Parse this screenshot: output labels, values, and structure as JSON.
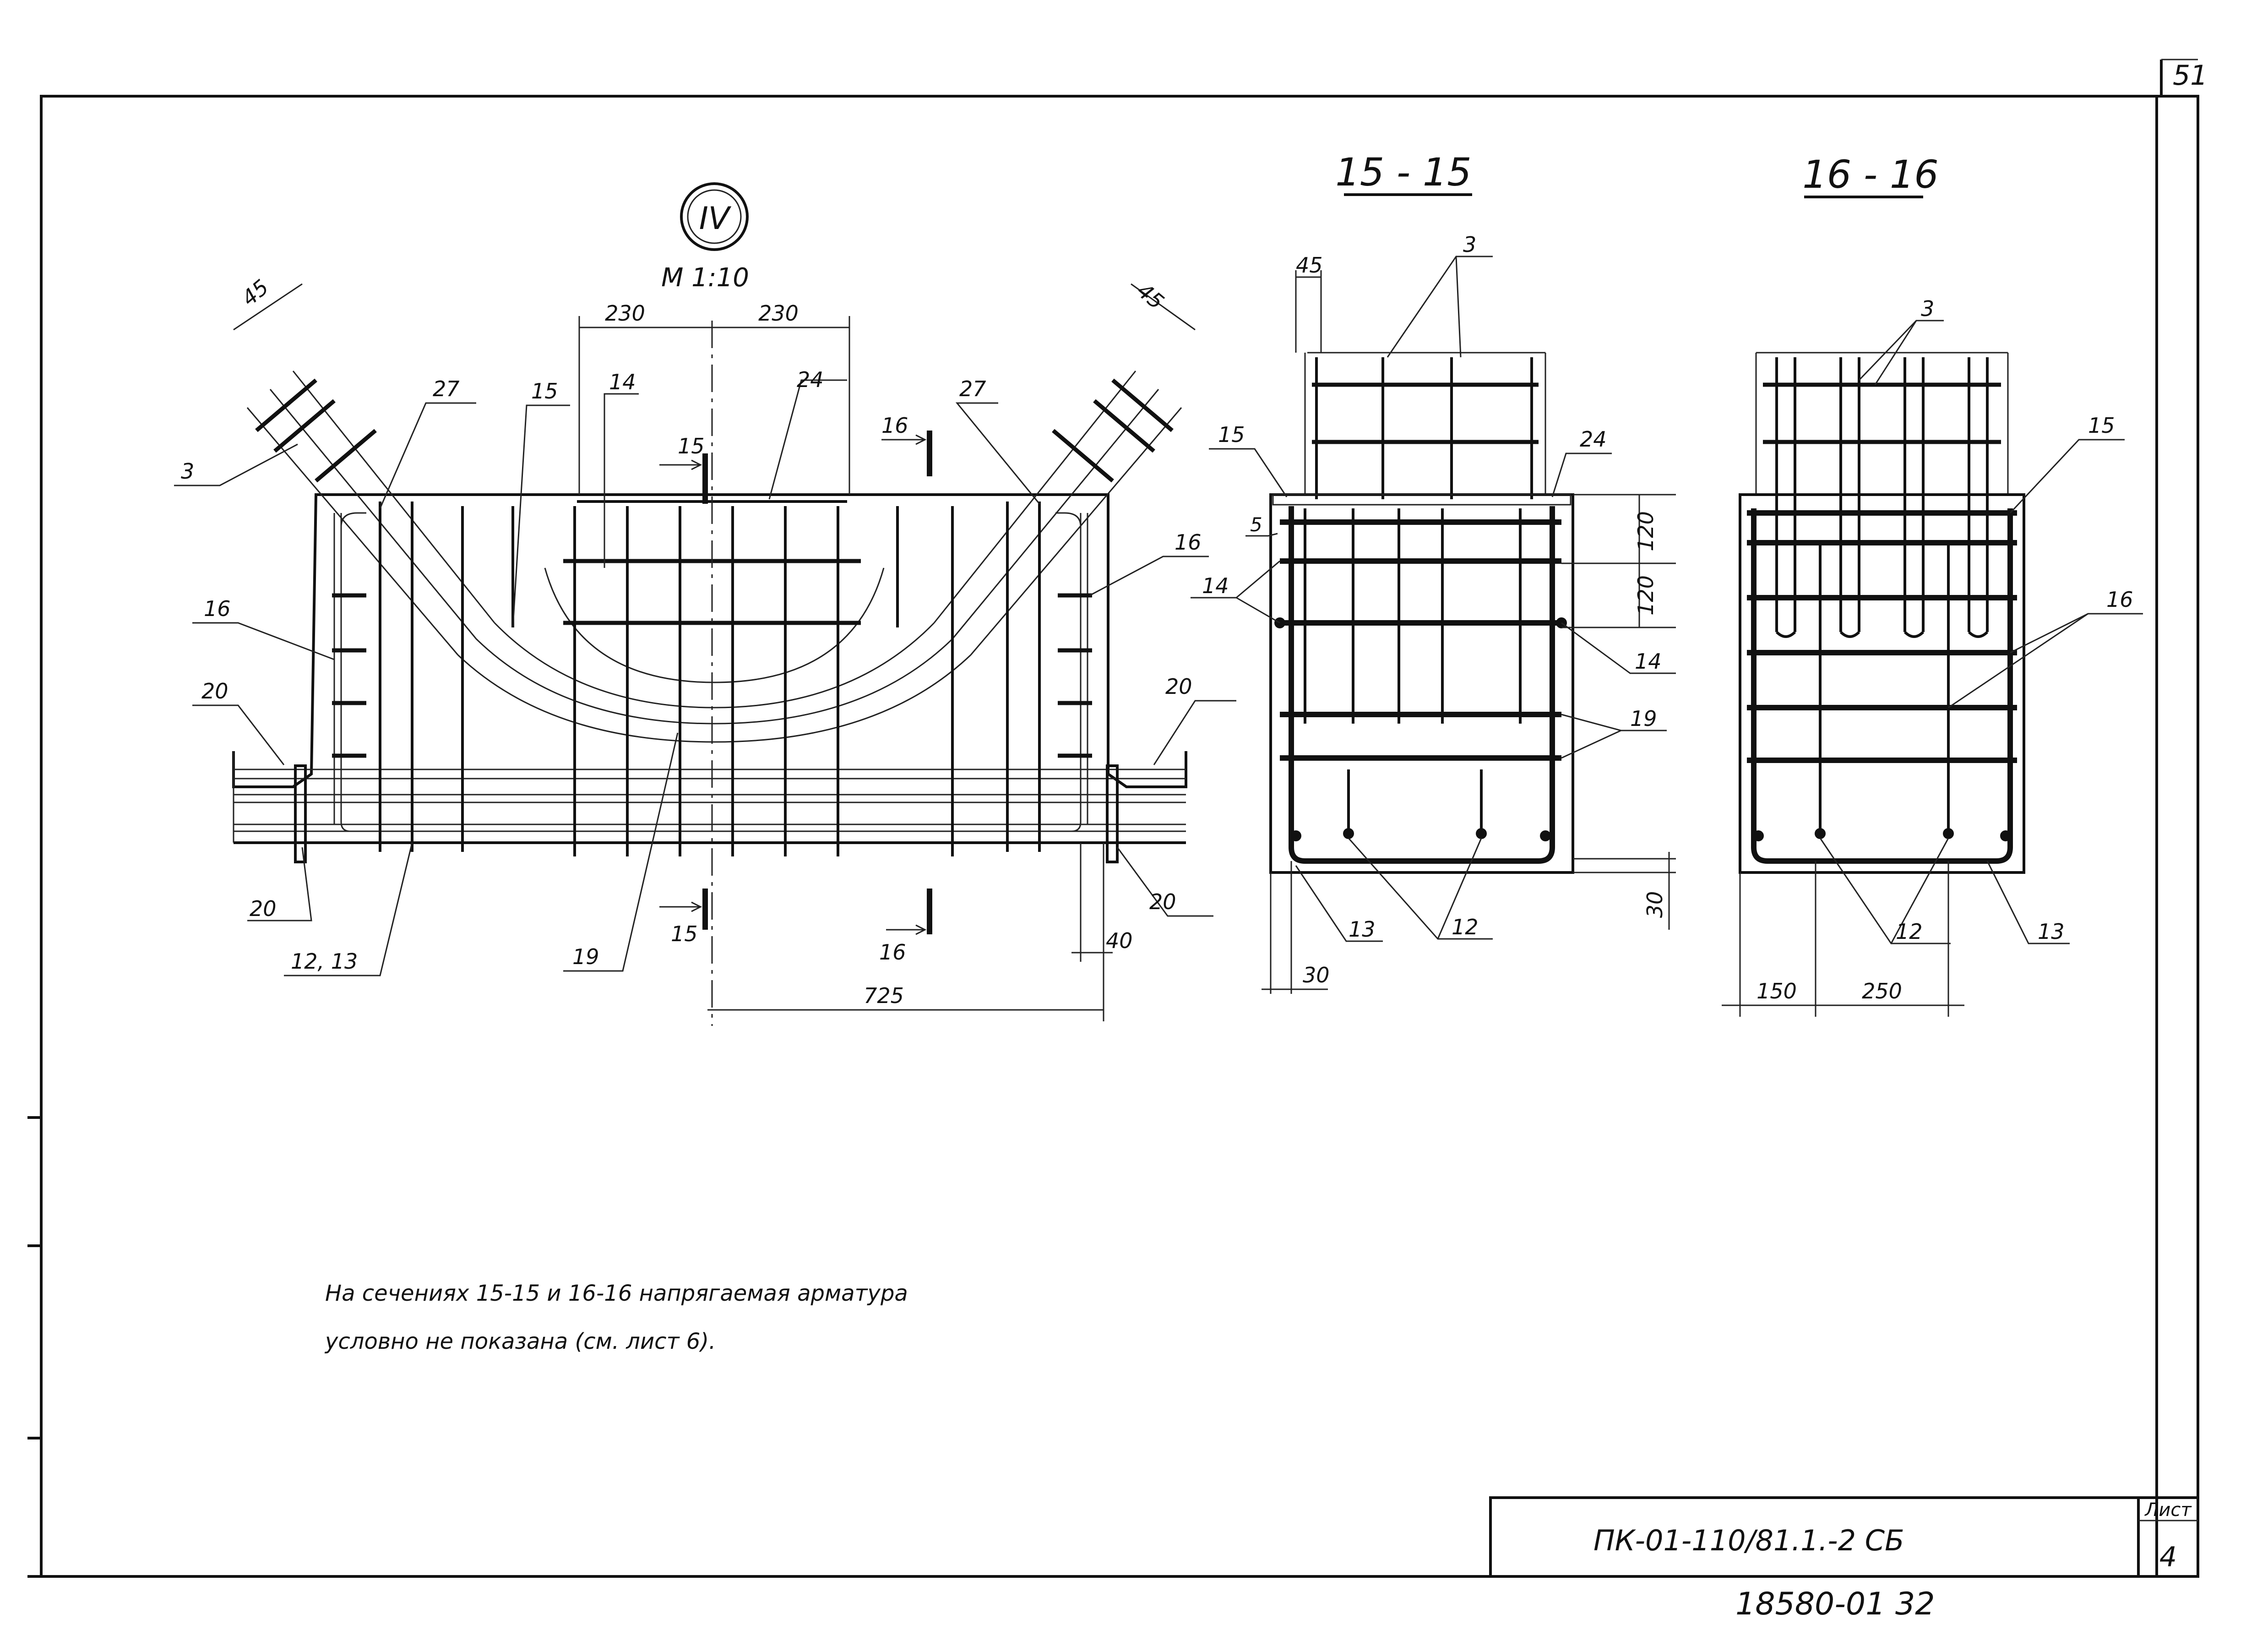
{
  "page_number": "51",
  "view_iv": {
    "marker": "IV",
    "scale": "М 1:10",
    "callouts": [
      "45",
      "45",
      "230",
      "230",
      "3",
      "27",
      "15",
      "14",
      "15",
      "24",
      "16",
      "27",
      "16",
      "16",
      "20",
      "20",
      "20",
      "20",
      "12, 13",
      "19",
      "15",
      "16"
    ],
    "dims": [
      "40",
      "725"
    ]
  },
  "section_15": {
    "title": "15 - 15",
    "callouts": [
      "45",
      "3",
      "15",
      "24",
      "5",
      "14",
      "14",
      "19",
      "13",
      "12"
    ],
    "dims": [
      "120",
      "120",
      "30",
      "30"
    ]
  },
  "section_16": {
    "title": "16 - 16",
    "callouts": [
      "3",
      "15",
      "16",
      "12",
      "13"
    ],
    "dims": [
      "150",
      "250"
    ]
  },
  "note": {
    "line1": "На сечениях 15-15 и 16-16 напрягаемая арматура",
    "line2": "условно не показана (см. лист 6)."
  },
  "title_block": {
    "code": "ПК-01-110/81.1.-2 СБ",
    "sheet_label": "Лист",
    "sheet_number": "4"
  },
  "stamp_number": "18580-01  32"
}
